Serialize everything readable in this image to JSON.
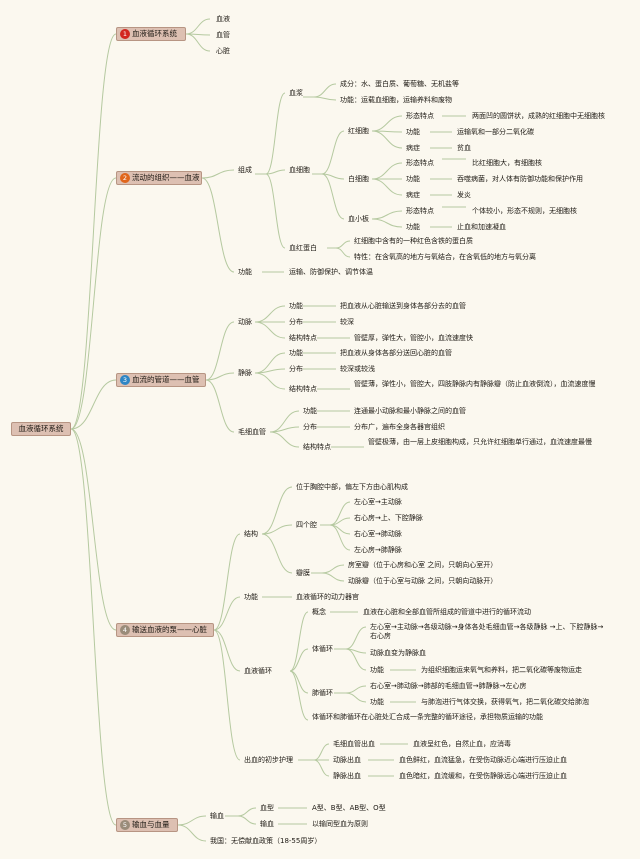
{
  "root": "血液循环系统",
  "colors": {
    "branch_box": "#ddc0b2",
    "line": "#b5c9a0",
    "badge1": "#d2271f",
    "badge2": "#e0661c",
    "badge3": "#2f86c5",
    "badge4": "#9a8c7a",
    "badge5": "#9a8c7a"
  },
  "b1": {
    "num": "1",
    "label": "血液循环系统",
    "items": [
      "血液",
      "血管",
      "心脏"
    ]
  },
  "b2": {
    "num": "2",
    "label": "流动的组织——血液",
    "zucheng": "组成",
    "xuejiang": "血浆",
    "xj_chengfen": "成分：水、蛋白质、葡萄糖、无机盐等",
    "xj_gongneng": "功能：运载血细胞，运输养料和废物",
    "xuexibao": "血细胞",
    "hongxibao": "红细胞",
    "hx_1_k": "形态特点",
    "hx_1_v": "两面凹的圆饼状，成熟的红细胞中无细胞核",
    "hx_2_k": "功能",
    "hx_2_v": "运输氧和一部分二氧化碳",
    "hx_3_k": "病症",
    "hx_3_v": "贫血",
    "baixibao": "白细胞",
    "bx_1_k": "形态特点",
    "bx_1_v": "比红细胞大，有细胞核",
    "bx_2_k": "功能",
    "bx_2_v": "吞噬病菌，对人体有防御功能和保护作用",
    "bx_3_k": "病症",
    "bx_3_v": "发炎",
    "xuexiaoban": "血小板",
    "xb_1_k": "形态特点",
    "xb_1_v": "个体较小，形态不规则，无细胞核",
    "xb_2_k": "功能",
    "xb_2_v": "止血和加速凝血",
    "xuehongdanbai": "血红蛋白",
    "xh_1": "红细胞中含有的一种红色含铁的蛋白质",
    "xh_2": "特性：在含氧高的地方与氧结合，在含氧低的地方与氧分离",
    "gongneng": "功能",
    "gongneng_v": "运输、防御保护、调节体温"
  },
  "b3": {
    "num": "3",
    "label": "血流的管道——血管",
    "dongmai": "动脉",
    "dm_1_k": "功能",
    "dm_1_v": "把血液从心脏输送到身体各部分去的血管",
    "dm_2_k": "分布",
    "dm_2_v": "较深",
    "dm_3_k": "结构特点",
    "dm_3_v": "管壁厚，弹性大，管腔小，血流速度快",
    "jingmai": "静脉",
    "jm_1_k": "功能",
    "jm_1_v": "把血液从身体各部分送回心脏的血管",
    "jm_2_k": "分布",
    "jm_2_v": "较深或较浅",
    "jm_3_k": "结构特点",
    "jm_3_v": "管壁薄，弹性小，管腔大，四肢静脉内有静脉瓣（防止血液倒流），血流速度慢",
    "maoxi": "毛细血管",
    "mx_1_k": "功能",
    "mx_1_v": "连通最小动脉和最小静脉之间的血管",
    "mx_2_k": "分布",
    "mx_2_v": "分布广，遍布全身各器官组织",
    "mx_3_k": "结构特点",
    "mx_3_v": "管壁极薄，由一层上皮细胞构成，只允许红细胞单行通过，血流速度最慢"
  },
  "b4": {
    "num": "4",
    "label": "输送血液的泵——心脏",
    "jiegou": "结构",
    "weizhi": "位于胸腔中部，偏左下方由心肌构成",
    "siqiang": "四个腔",
    "q1": "左心室→主动脉",
    "q2": "右心房→上、下腔静脉",
    "q3": "右心室→肺动脉",
    "q4": "左心房→肺静脉",
    "banmo": "瓣膜",
    "bm1": "房室瓣（位于心房和心室 之间，只朝向心室开）",
    "bm2": "动脉瓣（位于心室与动脉 之间，只朝向动脉开）",
    "gongneng": "功能",
    "gongneng_v": "血液循环的动力器官",
    "xunhuan": "血液循环",
    "gainian": "概念",
    "gainian_v": "血液在心脏和全部血管所组成的管道中进行的循环流动",
    "tixunhuan": "体循环",
    "tx_1": "左心室→主动脉→各级动脉→身体各处毛细血管→各级静脉 →上、下腔静脉→右心房",
    "tx_2": "动脉血变为静脉血",
    "tx_gn_k": "功能",
    "tx_gn_v": "为组织细胞运来氧气和养料，把二氧化碳等废物运走",
    "feixunhuan": "肺循环",
    "fx_1": "右心室→肺动脉→肺部的毛细血管→肺静脉→左心房",
    "fx_gn_k": "功能",
    "fx_gn_v": "与肺泡进行气体交换，获得氧气，把二氧化碳交给肺泡",
    "huihe": "体循环和肺循环在心脏处汇合成一条完整的循环途径，承担物质运输的功能",
    "chuxue": "出血的初步护理",
    "cx1_k": "毛细血管出血",
    "cx1_v": "血液呈红色，自然止血，应消毒",
    "cx2_k": "动脉出血",
    "cx2_v": "血色鲜红，血流猛急，在受伤动脉近心端进行压迫止血",
    "cx3_k": "静脉出血",
    "cx3_v": "血色暗红，血流缓和，在受伤静脉远心端进行压迫止血"
  },
  "b5": {
    "num": "5",
    "label": "输血与血量",
    "shuxue": "输血",
    "xuexing": "血型",
    "xuexing_v": "A型、B型、AB型、O型",
    "sx_k": "输血",
    "sx_v": "以输同型血为原则",
    "woguo": "我国：无偿献血政策（18-55周岁）"
  }
}
